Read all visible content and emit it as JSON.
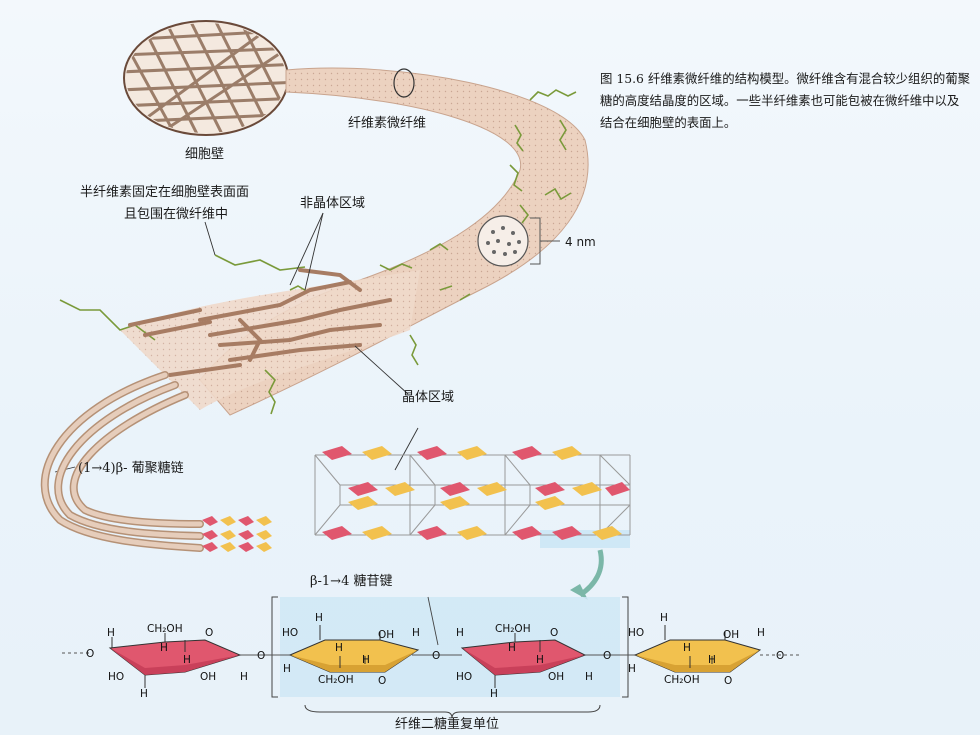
{
  "caption": "图 15.6  纤维素微纤维的结构模型。微纤维含有混合较少组织的葡聚糖的高度结晶度的区域。一些半纤维素也可能包被在微纤维中以及结合在细胞壁的表面上。",
  "labels": {
    "cell_wall": "细胞壁",
    "microfibril": "纤维素微纤维",
    "hemicellulose_line1": "半纤维素固定在细胞壁表面面",
    "hemicellulose_line2": "且包围在微纤维中",
    "amorphous": "非晶体区域",
    "four_nm": "4 nm",
    "crystalline": "晶体区域",
    "glucan_chain": "(1→4)β- 葡聚糖链",
    "glycosidic_bond": "β-1→4  糖苷键",
    "repeat_unit": "纤维二糖重复单位"
  },
  "chem": {
    "h": "H",
    "o": "O",
    "oh": "OH",
    "ho": "HO",
    "ch2oh": "CH₂OH"
  },
  "colors": {
    "fibril": "#e9c9b4",
    "red_ring": "#e0576e",
    "yellow_ring": "#f2c14e",
    "hemicellulose": "#7a9a3a",
    "highlight": "#cfe8f6"
  }
}
